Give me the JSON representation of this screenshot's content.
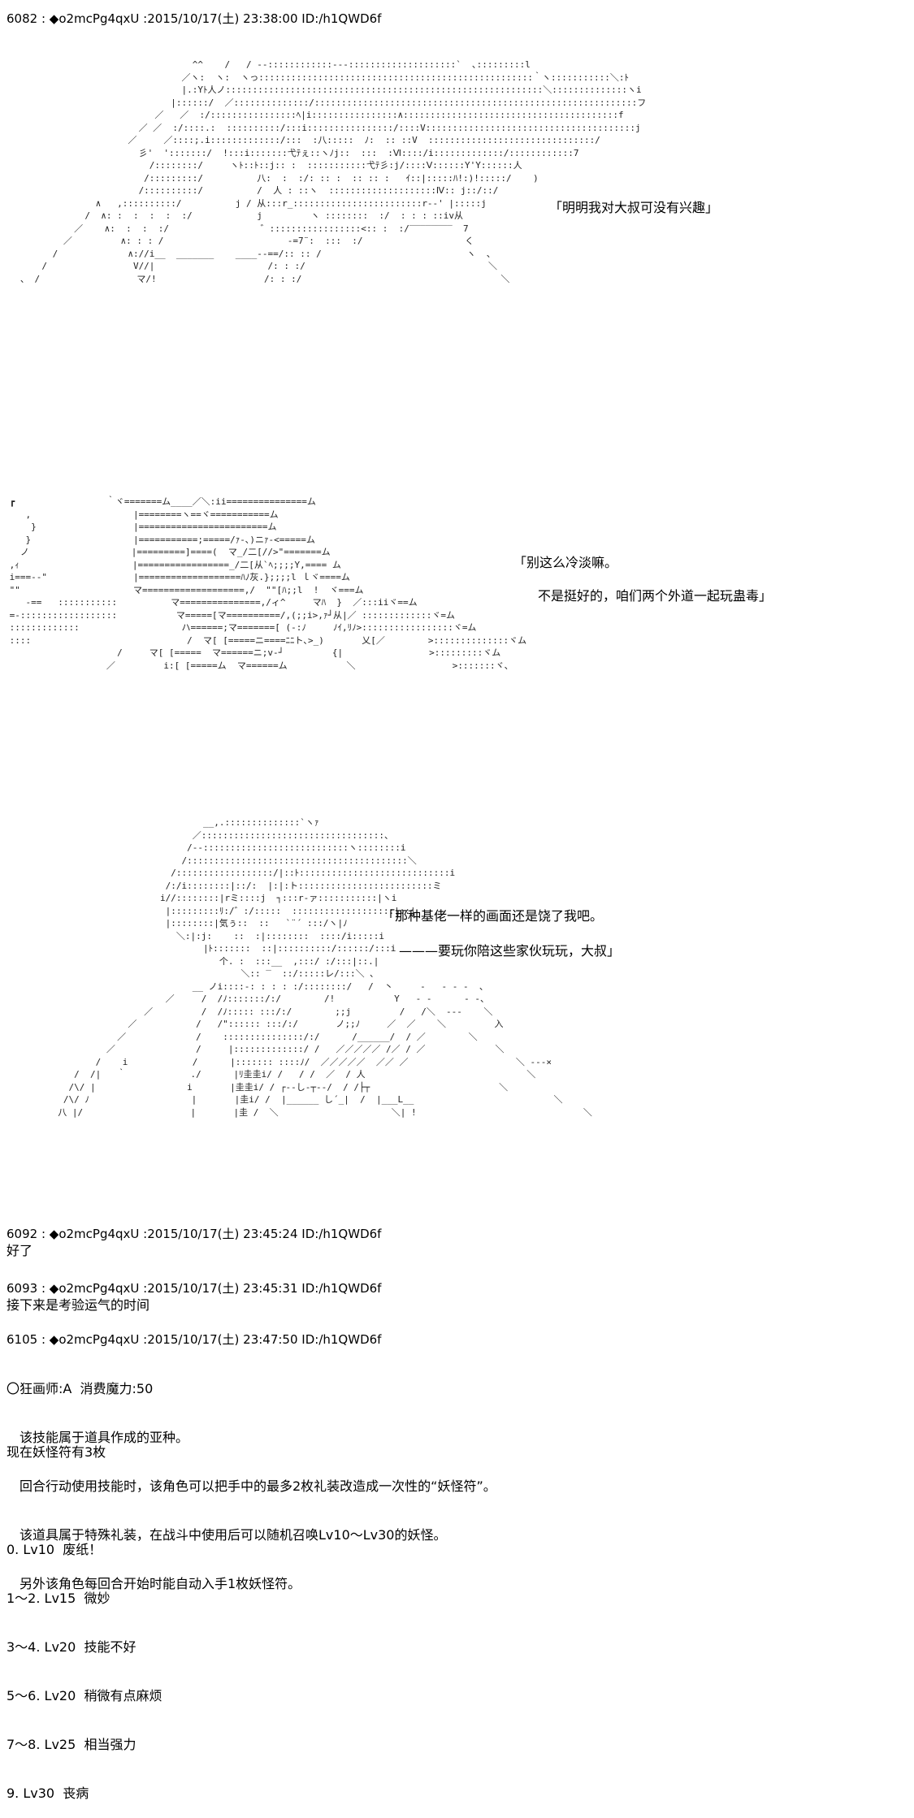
{
  "posts": [
    {
      "number": "6082",
      "author": "◆o2mcPg4qxU",
      "datetime": "2015/10/17(土) 23:38:00",
      "id": "ID:/h1QWD6f"
    },
    {
      "number": "6092",
      "author": "◆o2mcPg4qxU",
      "datetime": "2015/10/17(土) 23:45:24",
      "id": "ID:/h1QWD6f",
      "body": "好了"
    },
    {
      "number": "6093",
      "author": "◆o2mcPg4qxU",
      "datetime": "2015/10/17(土) 23:45:31",
      "id": "ID:/h1QWD6f",
      "body": "接下来是考验运气的时间"
    },
    {
      "number": "6105",
      "author": "◆o2mcPg4qxU",
      "datetime": "2015/10/17(土) 23:47:50",
      "id": "ID:/h1QWD6f"
    }
  ],
  "speech": {
    "s1": "「明明我对大叔可没有兴趣」",
    "s2a": "「别这么冷淡嘛。",
    "s2b": "不是挺好的，咱们两个外道一起玩蛊毒」",
    "s3a": "「那种基佬一样的画面还是饶了我吧。",
    "s3b": "———要玩你陪这些家伙玩玩，大叔」"
  },
  "skill": {
    "title": "〇狂画师:A  消费魔力:50",
    "lines": [
      "该技能属于道具作成的亚种。",
      "回合行动使用技能时，该角色可以把手中的最多2枚礼装改造成一次性的“妖怪符”。",
      "该道具属于特殊礼装，在战斗中使用后可以随机召唤Lv10～Lv30的妖怪。",
      "另外该角色每回合开始时能自动入手1枚妖怪符。"
    ],
    "count_line": "现在妖怪符有3枚"
  },
  "table": [
    "0. Lv10  废纸！",
    "1～2. Lv15  微妙",
    "3～4. Lv20  技能不好",
    "5～6. Lv20  稍微有点麻烦",
    "7～8. Lv25  相当强力",
    "9. Lv30  丧病"
  ]
}
